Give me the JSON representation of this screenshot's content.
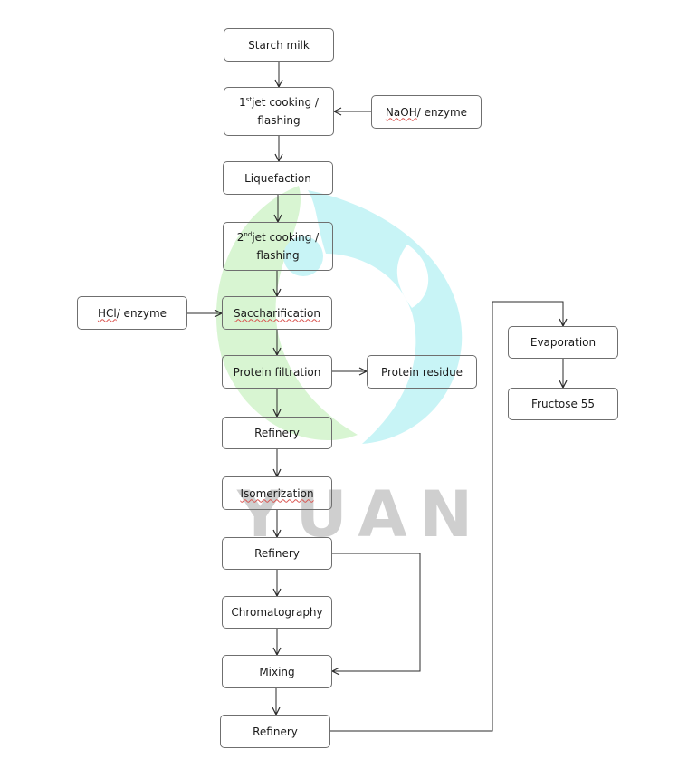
{
  "watermark": {
    "text": "YUAN",
    "colors": {
      "green": "#d8f5d2",
      "cyan": "#c8f4f6",
      "gray": "#cfcfcf"
    }
  },
  "boxes": {
    "starch_milk": "Starch milk",
    "jet1": {
      "sup": "st",
      "pre": "1",
      "line1_rest": " jet cooking /",
      "line2": "flashing"
    },
    "naoh_enzyme": {
      "chem": "NaOH",
      "rest": " / enzyme"
    },
    "liquefaction": "Liquefaction",
    "jet2": {
      "sup": "nd",
      "pre": "2",
      "line1_rest": " jet cooking /",
      "line2": "flashing"
    },
    "hcl_enzyme": {
      "chem": "HCl",
      "rest": " / enzyme"
    },
    "saccharification": "Saccharification",
    "protein_filtration": "Protein filtration",
    "protein_residue": "Protein residue",
    "refinery_1": "Refinery",
    "isomerization": "Isomerization",
    "refinery_2": "Refinery",
    "chromatography": "Chromatography",
    "mixing": "Mixing",
    "refinery_3": "Refinery",
    "evaporation": "Evaporation",
    "fructose_55": "Fructose 55"
  },
  "line_color": "#2b2b2b",
  "box_border_color": "#6f6f6f"
}
